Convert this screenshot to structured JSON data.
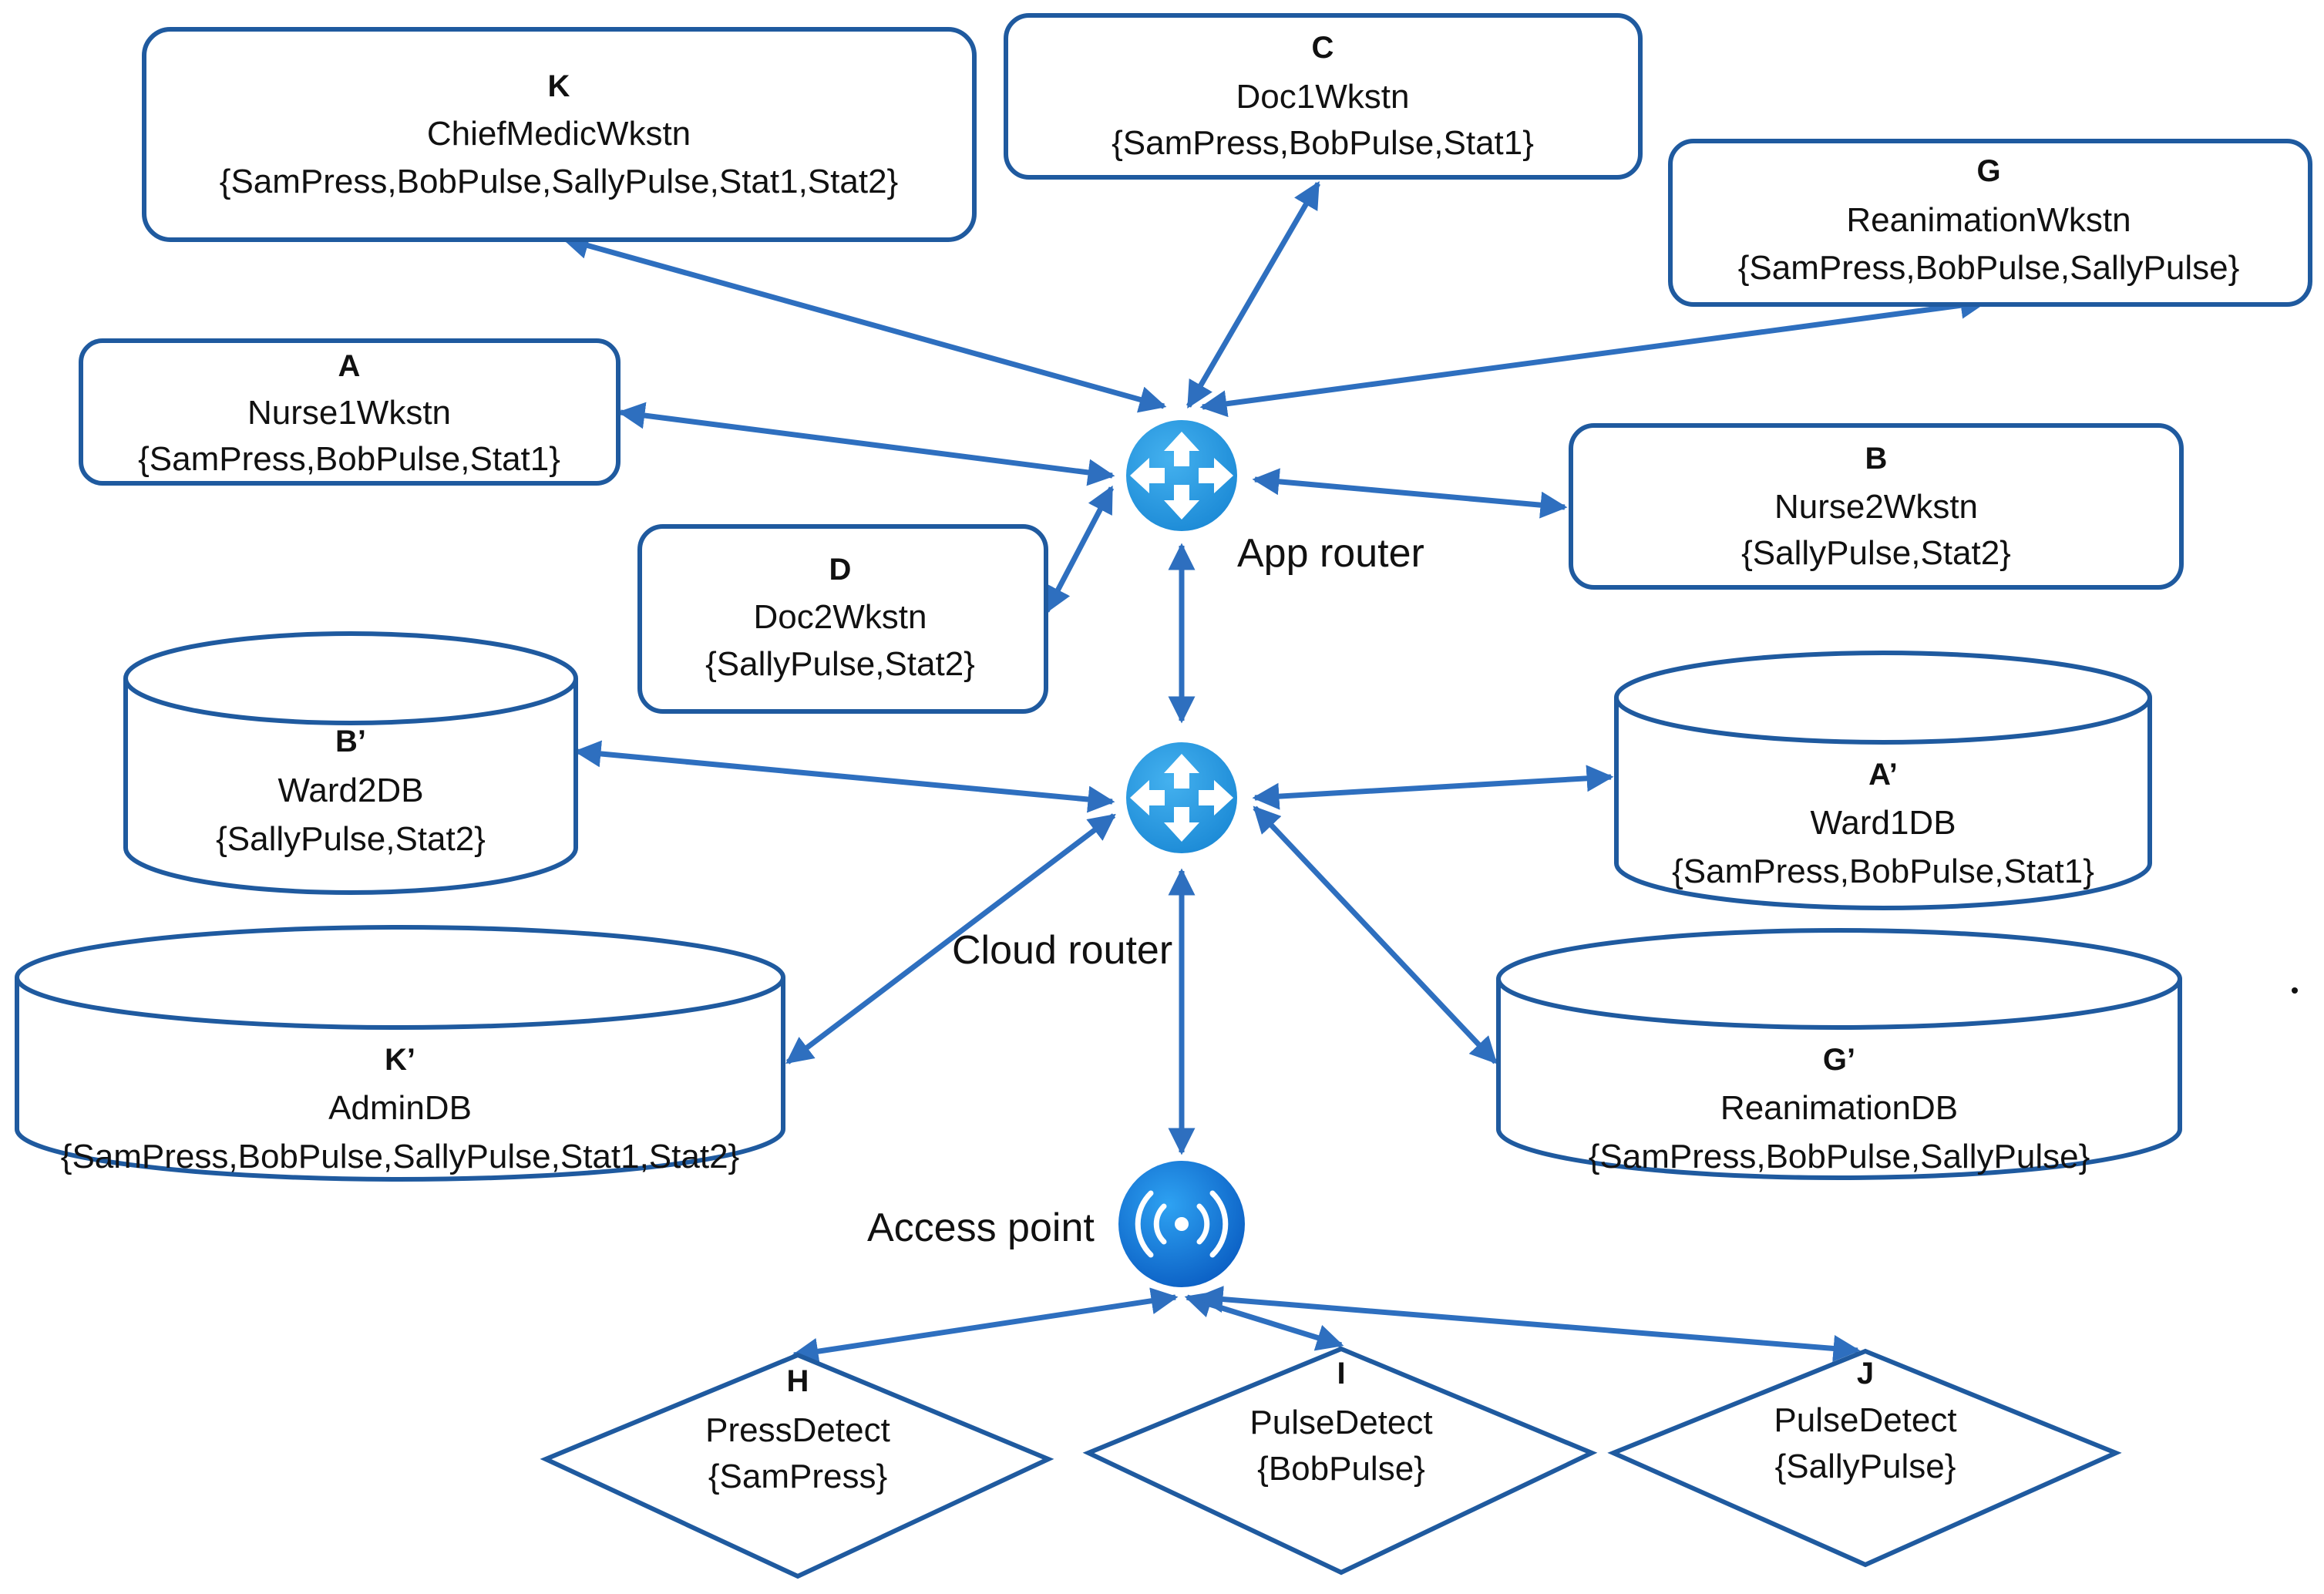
{
  "colors": {
    "outline": "#1f5a9f",
    "edge": "#2e6fbf",
    "router_fill": "#1c8ad6",
    "router_fill_light": "#44b1ef",
    "ap_fill": "#1273d4",
    "ap_fill_light": "#2ea2f2",
    "text": "#111111"
  },
  "workstations": {
    "K": {
      "letter": "K",
      "name": "ChiefMedicWkstn",
      "sets": "{SamPress,BobPulse,SallyPulse,Stat1,Stat2}"
    },
    "C": {
      "letter": "C",
      "name": "Doc1Wkstn",
      "sets": "{SamPress,BobPulse,Stat1}"
    },
    "G": {
      "letter": "G",
      "name": "ReanimationWkstn",
      "sets": "{SamPress,BobPulse,SallyPulse}"
    },
    "A": {
      "letter": "A",
      "name": "Nurse1Wkstn",
      "sets": "{SamPress,BobPulse,Stat1}"
    },
    "B": {
      "letter": "B",
      "name": "Nurse2Wkstn",
      "sets": "{SallyPulse,Stat2}"
    },
    "D": {
      "letter": "D",
      "name": "Doc2Wkstn",
      "sets": "{SallyPulse,Stat2}"
    }
  },
  "databases": {
    "B_prime": {
      "letter": "B’",
      "name": "Ward2DB",
      "sets": "{SallyPulse,Stat2}"
    },
    "A_prime": {
      "letter": "A’",
      "name": "Ward1DB",
      "sets": "{SamPress,BobPulse,Stat1}"
    },
    "K_prime": {
      "letter": "K’",
      "name": "AdminDB",
      "sets": "{SamPress,BobPulse,SallyPulse,Stat1,Stat2}"
    },
    "G_prime": {
      "letter": "G’",
      "name": "ReanimationDB",
      "sets": "{SamPress,BobPulse,SallyPulse}"
    }
  },
  "sensors": {
    "H": {
      "letter": "H",
      "name": "PressDetect",
      "sets": "{SamPress}"
    },
    "I": {
      "letter": "I",
      "name": "PulseDetect",
      "sets": "{BobPulse}"
    },
    "J": {
      "letter": "J",
      "name": "PulseDetect",
      "sets": "{SallyPulse}"
    }
  },
  "routers": {
    "app": {
      "label": "App router",
      "icon": "router-icon"
    },
    "cloud": {
      "label": "Cloud router",
      "icon": "router-icon"
    }
  },
  "access_point": {
    "label": "Access point",
    "icon": "wifi-icon"
  }
}
